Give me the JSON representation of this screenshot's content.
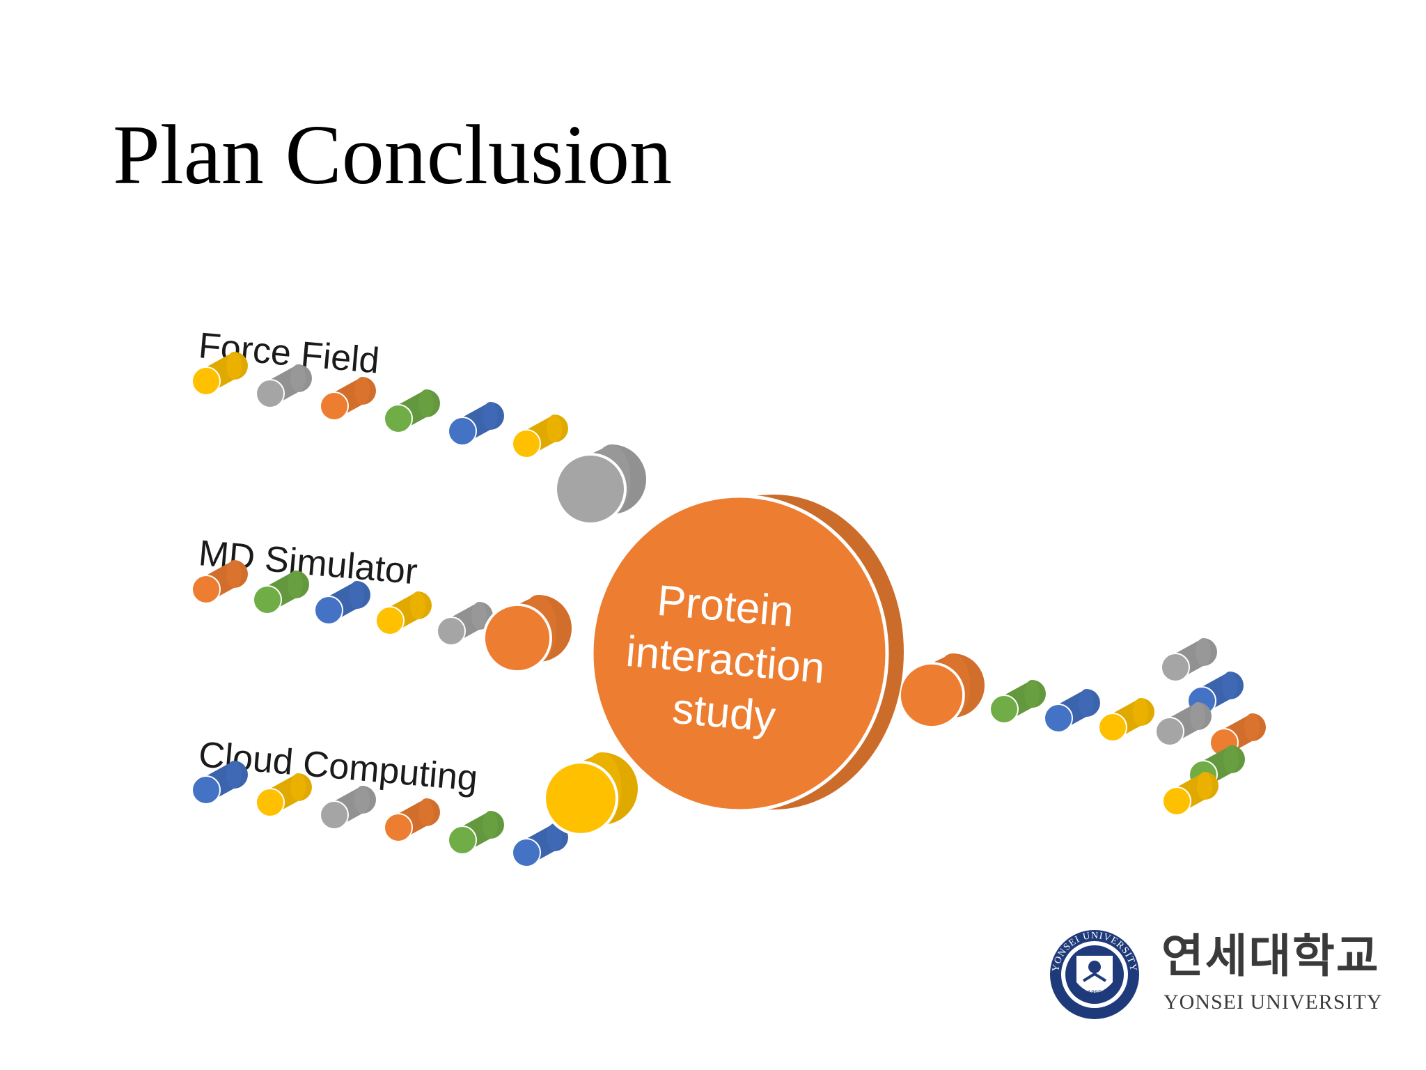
{
  "slide": {
    "title": "Plan Conclusion"
  },
  "diagram": {
    "branches": [
      {
        "label": "Force Field",
        "cylinders": [
          "yellow",
          "gray",
          "orange",
          "green",
          "blue",
          "yellow"
        ],
        "connector": "gray"
      },
      {
        "label": "MD Simulator",
        "cylinders": [
          "orange",
          "green",
          "blue",
          "yellow",
          "gray"
        ],
        "connector": "orange"
      },
      {
        "label": "Cloud Computing",
        "cylinders": [
          "blue",
          "yellow",
          "gray",
          "orange",
          "green",
          "blue"
        ],
        "connector": "yellow"
      }
    ],
    "center": {
      "lines": [
        "Protein",
        "interaction",
        "study"
      ]
    },
    "output_cylinders": [
      "orange",
      "green",
      "blue",
      "yellow"
    ],
    "output_fan": [
      "gray",
      "blue",
      "gray",
      "orange",
      "green",
      "yellow"
    ],
    "colors": {
      "orange": "#ED7D31",
      "gray": "#A5A5A5",
      "yellow": "#FFC000",
      "green": "#70AD47",
      "blue": "#4472C4"
    }
  },
  "logo": {
    "korean": "연세대학교",
    "english": "YONSEI UNIVERSITY",
    "seal_text": "YONSEI UNIVERSITY",
    "seal_year": "1885",
    "color": "#1F3A7A"
  }
}
